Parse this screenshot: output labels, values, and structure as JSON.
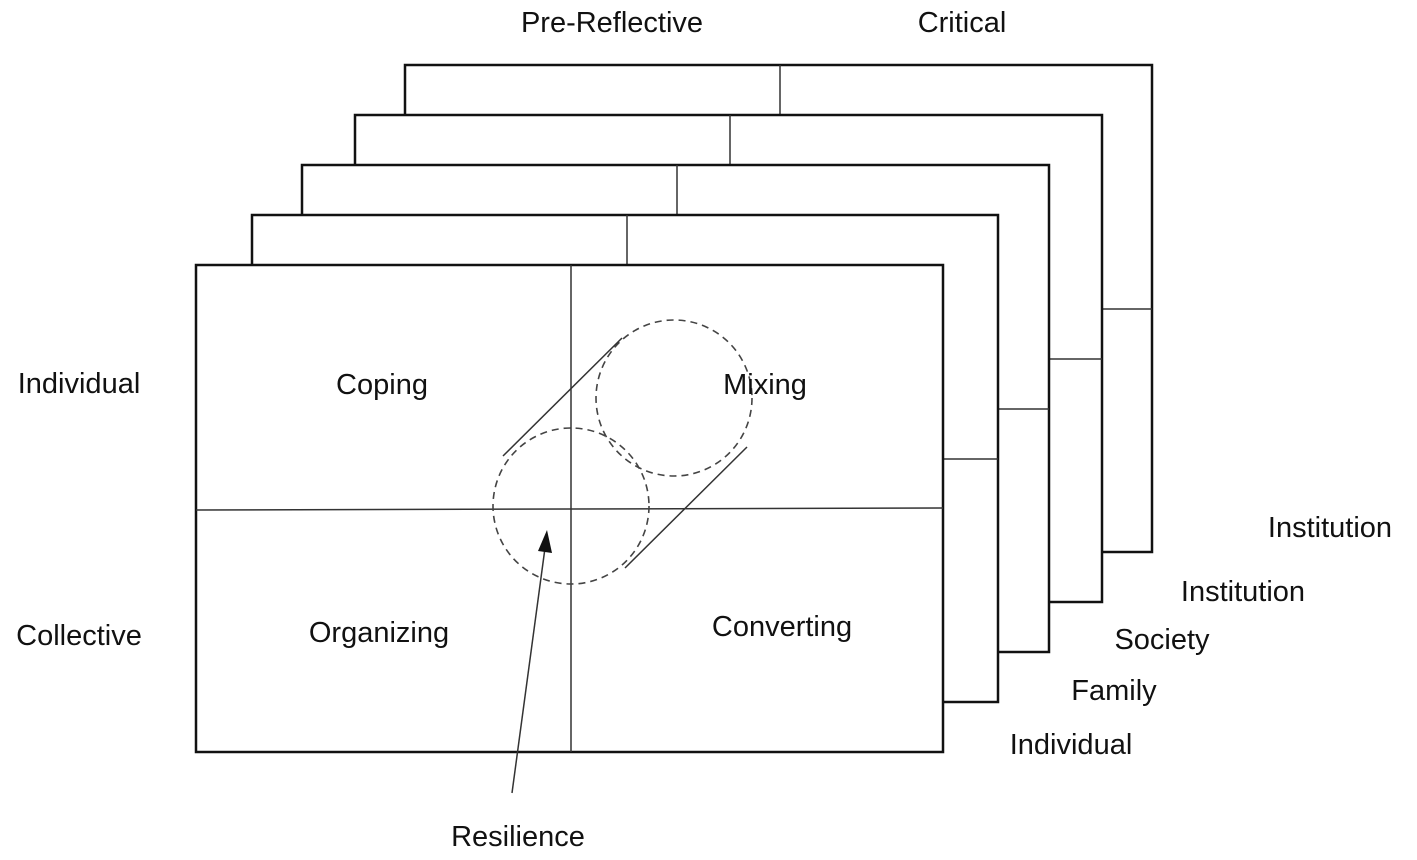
{
  "top_axis": {
    "left_label": "Pre-Reflective",
    "right_label": "Critical"
  },
  "left_axis": {
    "top_label": "Individual",
    "bottom_label": "Collective"
  },
  "quadrants": {
    "top_left": "Coping",
    "top_right": "Mixing",
    "bottom_left": "Organizing",
    "bottom_right": "Converting"
  },
  "layers": [
    "Individual",
    "Family",
    "Society",
    "Institution",
    "Institution"
  ],
  "center_annotation": "Resilience",
  "colors": {
    "line": "#111111",
    "background": "#ffffff"
  }
}
